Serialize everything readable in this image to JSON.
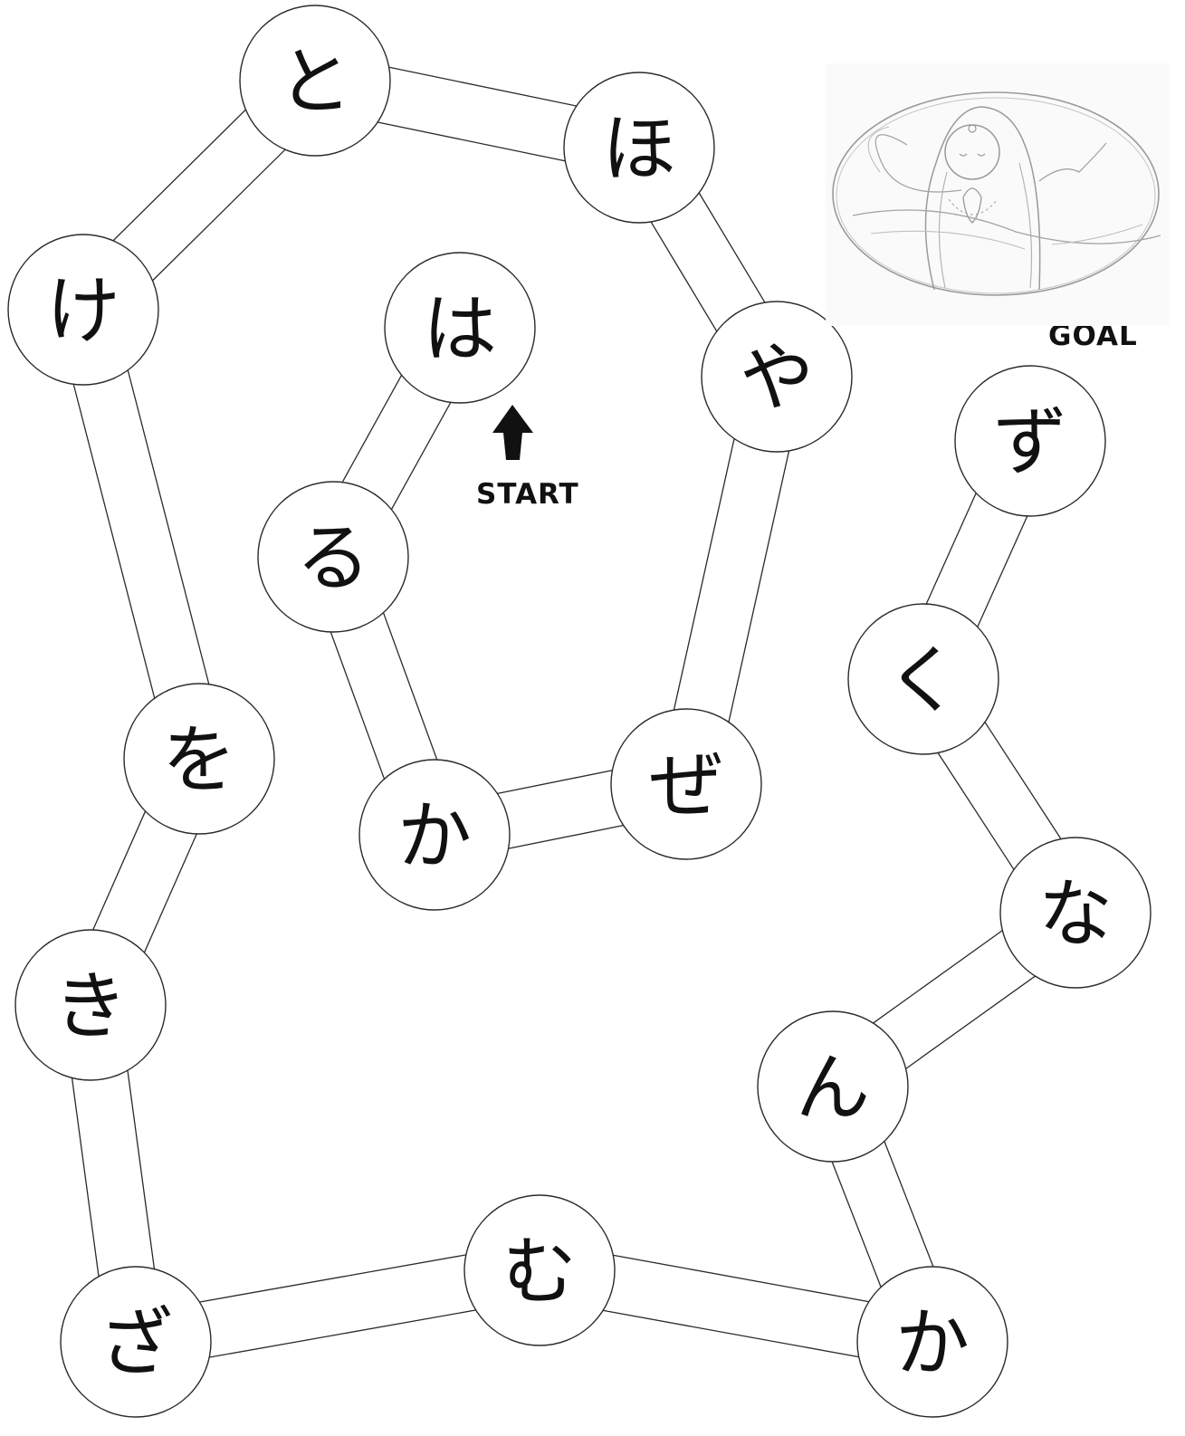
{
  "labels": {
    "start": "START",
    "goal": "GOAL"
  },
  "icons": {
    "start_arrow": "up-arrow-icon",
    "goal_picture": "praying-buddha-sketch"
  },
  "path": [
    {
      "id": "ha",
      "char": "は"
    },
    {
      "id": "ru",
      "char": "る"
    },
    {
      "id": "ka1",
      "char": "か"
    },
    {
      "id": "ze",
      "char": "ぜ"
    },
    {
      "id": "ya",
      "char": "や"
    },
    {
      "id": "ho",
      "char": "ほ"
    },
    {
      "id": "to",
      "char": "と"
    },
    {
      "id": "ke",
      "char": "け"
    },
    {
      "id": "wo",
      "char": "を"
    },
    {
      "id": "ki",
      "char": "き"
    },
    {
      "id": "za",
      "char": "ざ"
    },
    {
      "id": "mu",
      "char": "む"
    },
    {
      "id": "ka2",
      "char": "か"
    },
    {
      "id": "n",
      "char": "ん"
    },
    {
      "id": "na",
      "char": "な"
    },
    {
      "id": "ku",
      "char": "く"
    },
    {
      "id": "zu",
      "char": "ず"
    }
  ]
}
